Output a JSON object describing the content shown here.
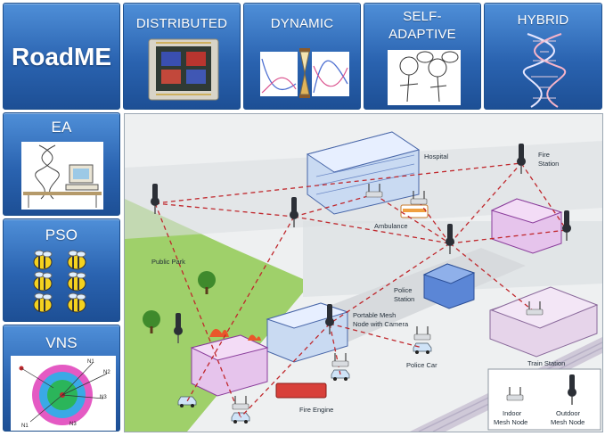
{
  "tiles": {
    "brand": "RoadME",
    "distributed": "DISTRIBUTED",
    "dynamic": "DYNAMIC",
    "self_adaptive_1": "SELF-",
    "self_adaptive_2": "ADAPTIVE",
    "hybrid": "HYBRID",
    "ea": "EA",
    "pso": "PSO",
    "vns": "VNS"
  },
  "vns_labels": [
    "N1",
    "N2",
    "N3",
    "N3",
    "N1"
  ],
  "map_labels": {
    "hospital": "Hospital",
    "fire_station_1": "Fire",
    "fire_station_2": "Station",
    "ambulance": "Ambulance",
    "public_park": "Public Park",
    "police_station_1": "Police",
    "police_station_2": "Station",
    "portable_1": "Portable Mesh",
    "portable_2": "Node with Camera",
    "police_car": "Police Car",
    "train_station": "Train Station",
    "fire_engine": "Fire Engine",
    "legend_indoor_1": "Indoor",
    "legend_indoor_2": "Mesh Node",
    "legend_outdoor_1": "Outdoor",
    "legend_outdoor_2": "Mesh Node"
  },
  "colors": {
    "tile_blue": "#2a63b0",
    "link_dashes": "#c0282d",
    "park_green": "#9fd06a"
  }
}
